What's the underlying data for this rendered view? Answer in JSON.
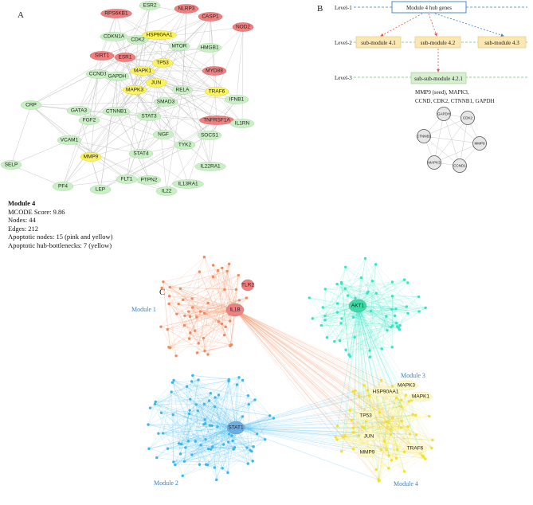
{
  "panelA": {
    "letter": "A",
    "nodes": [
      {
        "label": "RPS6KB1",
        "type": "pink"
      },
      {
        "label": "ESR2",
        "type": "green"
      },
      {
        "label": "NLRP3",
        "type": "pink"
      },
      {
        "label": "CASP1",
        "type": "pink"
      },
      {
        "label": "NOD2",
        "type": "pink"
      },
      {
        "label": "CDKN1A",
        "type": "green"
      },
      {
        "label": "CDK2",
        "type": "green"
      },
      {
        "label": "HSP90AA1",
        "type": "yellow"
      },
      {
        "label": "MTOR",
        "type": "green"
      },
      {
        "label": "HMGB1",
        "type": "green"
      },
      {
        "label": "SIRT1",
        "type": "pink"
      },
      {
        "label": "ESR1",
        "type": "pink"
      },
      {
        "label": "TP53",
        "type": "yellow"
      },
      {
        "label": "CCND1",
        "type": "green"
      },
      {
        "label": "GAPDH",
        "type": "green"
      },
      {
        "label": "MAPK1",
        "type": "yellow"
      },
      {
        "label": "MYD88",
        "type": "pink"
      },
      {
        "label": "JUN",
        "type": "yellow"
      },
      {
        "label": "CRP",
        "type": "green"
      },
      {
        "label": "MAPK3",
        "type": "yellow"
      },
      {
        "label": "RELA",
        "type": "green"
      },
      {
        "label": "TRAF6",
        "type": "yellow"
      },
      {
        "label": "GATA3",
        "type": "green"
      },
      {
        "label": "SMAD3",
        "type": "green"
      },
      {
        "label": "IFNB1",
        "type": "green"
      },
      {
        "label": "CTNNB1",
        "type": "green"
      },
      {
        "label": "FGF2",
        "type": "green"
      },
      {
        "label": "STAT3",
        "type": "green"
      },
      {
        "label": "TNFRSF1A",
        "type": "pink"
      },
      {
        "label": "IL1RN",
        "type": "green"
      },
      {
        "label": "VCAM1",
        "type": "green"
      },
      {
        "label": "NGF",
        "type": "green"
      },
      {
        "label": "SOCS1",
        "type": "green"
      },
      {
        "label": "TYK2",
        "type": "green"
      },
      {
        "label": "STAT4",
        "type": "green"
      },
      {
        "label": "SELP",
        "type": "green"
      },
      {
        "label": "MMP9",
        "type": "yellow"
      },
      {
        "label": "IL22RA1",
        "type": "green"
      },
      {
        "label": "PF4",
        "type": "green"
      },
      {
        "label": "FLT1",
        "type": "green"
      },
      {
        "label": "PTPN2",
        "type": "green"
      },
      {
        "label": "IL13RA1",
        "type": "green"
      },
      {
        "label": "LEP",
        "type": "green"
      },
      {
        "label": "IL22",
        "type": "green"
      }
    ],
    "info": {
      "title": "Module 4",
      "lines": [
        "MCODE Score: 9.86",
        "Nodes: 44",
        "Edges: 212",
        "Apoptotic nodes: 15 (pink and yellow)",
        "Apoptotic hub-bottlenecks: 7 (yellow)"
      ]
    }
  },
  "panelB": {
    "letter": "B",
    "levels": [
      "Level-1",
      "Level-2",
      "Level-3"
    ],
    "root": "Module 4 hub genes",
    "submodules": [
      "sub-module 4.1",
      "sub-module 4.2",
      "sub-module 4.3"
    ],
    "subsub": "sub-sub-module 4.2.1",
    "desc_lines": [
      "MMP9 (seed), MAPK3,",
      "CCND, CDK2, CTNNB1, GAPDH"
    ],
    "mini_nodes": [
      "GAPDH",
      "CDK2",
      "CTNNB1",
      "MMP9",
      "MAPK3",
      "CCND1"
    ]
  },
  "panelC": {
    "letter": "C",
    "modules": [
      "Module 1",
      "Module 2",
      "Module 3",
      "Module 4"
    ],
    "hubs": [
      "TLR2",
      "IL1B",
      "AKT1",
      "STAT1"
    ],
    "module4_labels": [
      "MAPK3",
      "HSP90AA1",
      "MAPK1",
      "TP53",
      "JUN",
      "MMP9",
      "TRAF6"
    ]
  },
  "colors": {
    "pink": "#f08080",
    "green": "#c9f0c4",
    "yellow": "#fbf35a",
    "orange": "#f08a5a",
    "cyan": "#33e6c4",
    "blue": "#3bb7f0",
    "gold": "#f5e02a",
    "treeBlue": "#3a7fc1"
  }
}
